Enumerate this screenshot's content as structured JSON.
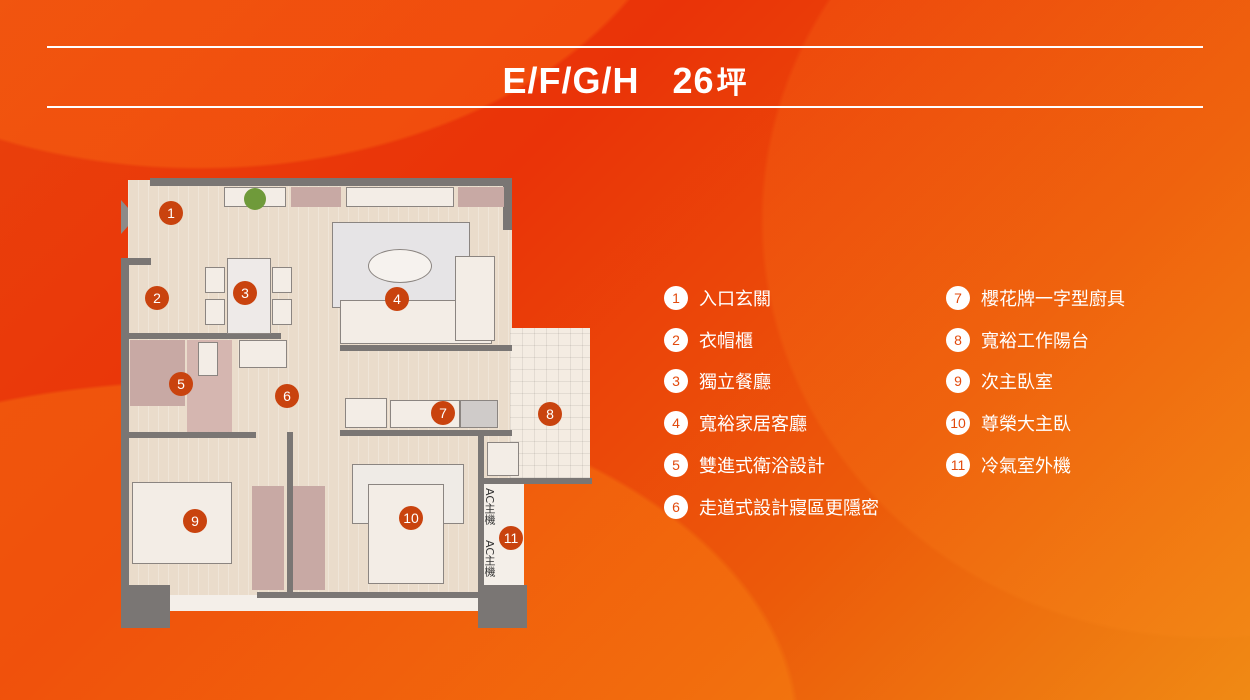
{
  "header": {
    "title": "E/F/G/H",
    "size": "26",
    "unit": "坪"
  },
  "plan": {
    "markers": [
      "1",
      "2",
      "3",
      "4",
      "5",
      "6",
      "7",
      "8",
      "9",
      "10",
      "11"
    ],
    "ac_labels": [
      "AC主機",
      "AC主機"
    ]
  },
  "legend": [
    {
      "num": "1",
      "label": "入口玄關"
    },
    {
      "num": "2",
      "label": "衣帽櫃"
    },
    {
      "num": "3",
      "label": "獨立餐廳"
    },
    {
      "num": "4",
      "label": "寬裕家居客廳"
    },
    {
      "num": "5",
      "label": "雙進式衛浴設計"
    },
    {
      "num": "6",
      "label": "走道式設計寢區更隱密"
    },
    {
      "num": "7",
      "label": "櫻花牌一字型廚具"
    },
    {
      "num": "8",
      "label": "寬裕工作陽台"
    },
    {
      "num": "9",
      "label": "次主臥室"
    },
    {
      "num": "10",
      "label": "尊榮大主臥"
    },
    {
      "num": "11",
      "label": "冷氣室外機"
    }
  ],
  "colors": {
    "accent": "#c9430e",
    "bg": "#ea3308"
  }
}
